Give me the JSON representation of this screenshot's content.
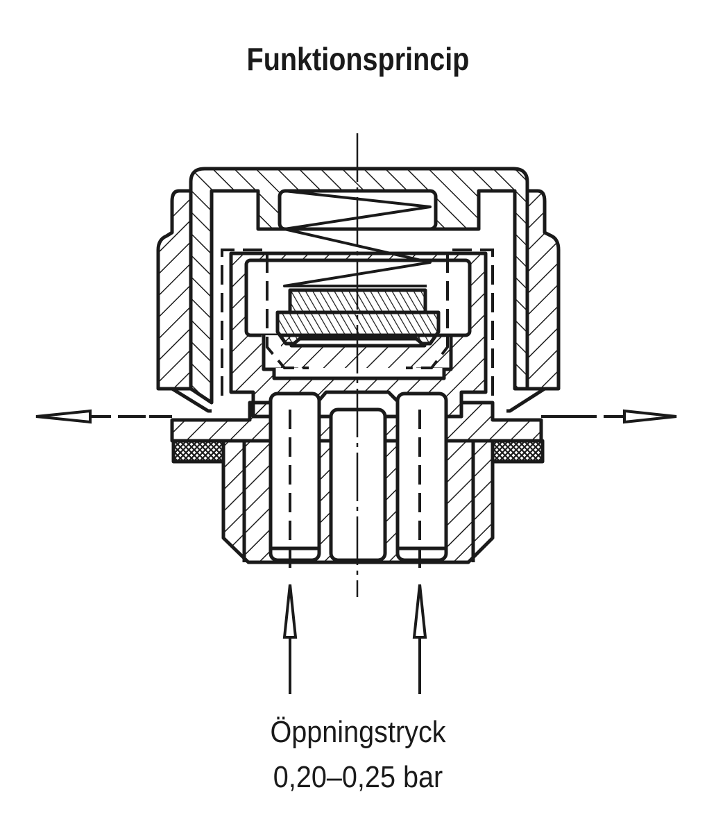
{
  "title": "Funktionsprincip",
  "caption": {
    "line1": "Öppningstryck",
    "line2": "0,20–0,25 bar"
  },
  "colors": {
    "ink": "#1a1a1a",
    "background": "#ffffff"
  }
}
